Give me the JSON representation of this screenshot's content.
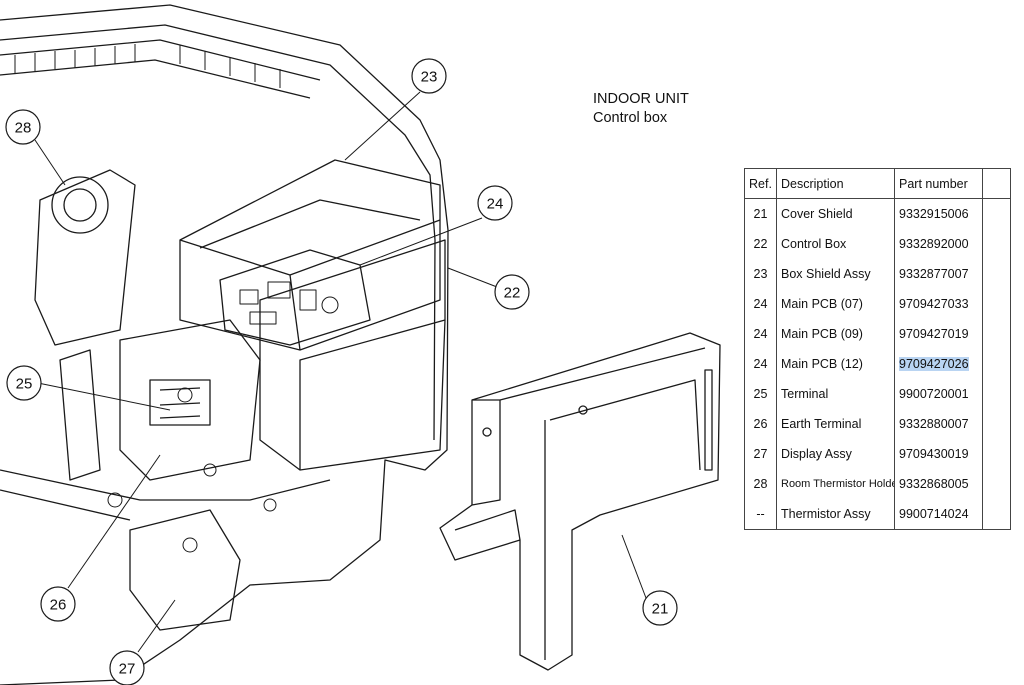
{
  "heading": {
    "line1": "INDOOR UNIT",
    "line2": "Control box"
  },
  "table": {
    "headers": {
      "ref": "Ref.",
      "description": "Description",
      "part_number": "Part number"
    },
    "rows": [
      {
        "ref": "21",
        "description": "Cover Shield",
        "part_number": "9332915006"
      },
      {
        "ref": "22",
        "description": "Control Box",
        "part_number": "9332892000"
      },
      {
        "ref": "23",
        "description": "Box Shield Assy",
        "part_number": "9332877007"
      },
      {
        "ref": "24",
        "description": "Main PCB (07)",
        "part_number": "9709427033"
      },
      {
        "ref": "24",
        "description": "Main PCB (09)",
        "part_number": "9709427019"
      },
      {
        "ref": "24",
        "description": "Main PCB (12)",
        "part_number": "9709427026",
        "selected": true
      },
      {
        "ref": "25",
        "description": "Terminal",
        "part_number": "9900720001"
      },
      {
        "ref": "26",
        "description": "Earth Terminal",
        "part_number": "9332880007"
      },
      {
        "ref": "27",
        "description": "Display Assy",
        "part_number": "9709430019"
      },
      {
        "ref": "28",
        "description": "Room Thermistor Holder",
        "part_number": "9332868005"
      },
      {
        "ref": "--",
        "description": "Thermistor Assy",
        "part_number": "9900714024"
      }
    ]
  },
  "callouts": {
    "c21": "21",
    "c22": "22",
    "c23": "23",
    "c24": "24",
    "c25": "25",
    "c26": "26",
    "c27": "27",
    "c28": "28"
  },
  "colors": {
    "line": "#1a1a1a",
    "selection": "#b9d4f2"
  }
}
